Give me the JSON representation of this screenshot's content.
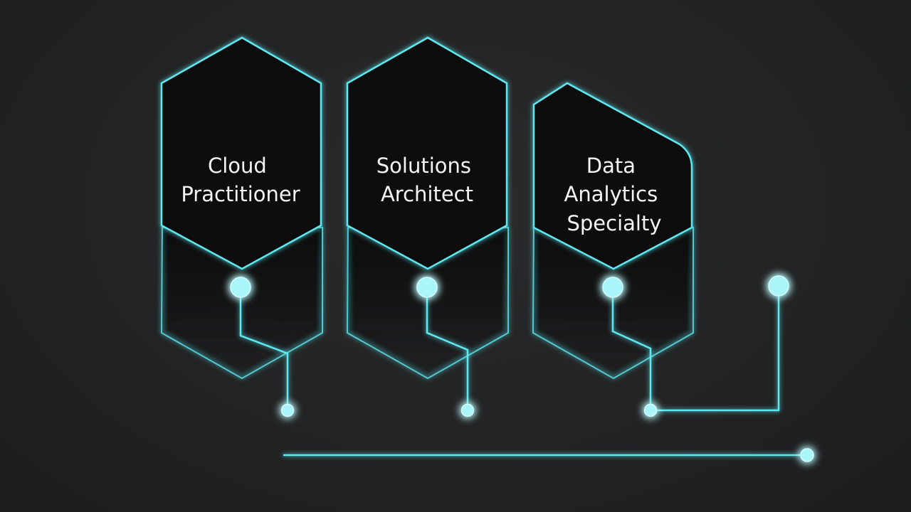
{
  "colors": {
    "background": "#232425",
    "hex_fill": "#0f1011",
    "neon": "#5fe8f0",
    "node": "#a8f6fa",
    "label": "#f2f4f5"
  },
  "certifications": [
    {
      "lines": [
        "Cloud",
        "Practitioner"
      ]
    },
    {
      "lines": [
        "Solutions",
        "Architect"
      ]
    },
    {
      "lines": [
        "Data",
        "Analytics",
        "Specialty"
      ]
    }
  ]
}
